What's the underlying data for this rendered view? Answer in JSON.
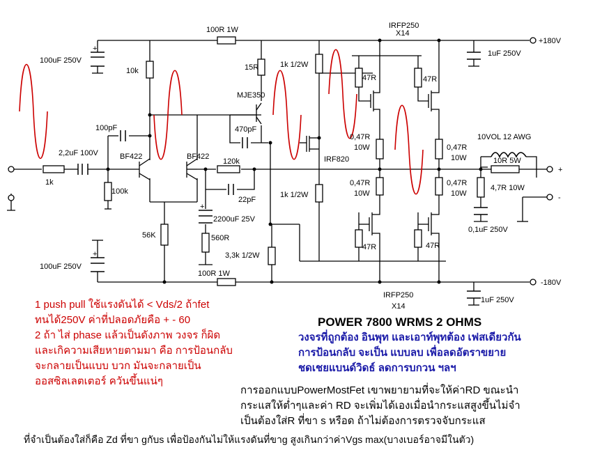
{
  "labels": {
    "r_top_feedback": "100R 1W",
    "r_bottom_feedback": "100R 1W",
    "c_top_supply": "100uF 250V",
    "c_bottom_supply": "100uF 250V",
    "r_10k": "10k",
    "r_15r": "15R",
    "r_1k_top": "1k 1/2W",
    "r_1k_bottom": "1k 1/2W",
    "mje350": "MJE350",
    "c_100pf": "100pF",
    "c_470pf": "470pF",
    "c_input": "2,2uF 100V",
    "r_input": "1k",
    "r_100k": "100k",
    "bf422_left": "BF422",
    "bf422_right": "BF422",
    "r_120k": "120k",
    "c_22pf": "22pF",
    "c_2200uf": "2200uF 25V",
    "r_560r": "560R",
    "r_56k": "56K",
    "r_3k3": "3,3k 1/2W",
    "irf820": "IRF820",
    "irfp_top": "IRFP250",
    "irfp_top_count": "X14",
    "irfp_bottom": "IRFP250",
    "irfp_bottom_count": "X14",
    "r_47_top_a": "47R",
    "r_47_top_b": "47R",
    "r_47_bot_a": "47R",
    "r_47_bot_b": "47R",
    "r_047_top_a": "0,47R",
    "r_047_top_a_w": "10W",
    "r_047_top_b": "0,47R",
    "r_047_top_b_w": "10W",
    "r_047_bot_a": "0,47R",
    "r_047_bot_a_w": "10W",
    "r_047_bot_b": "0,47R",
    "r_047_bot_b_w": "10W",
    "coil": "10VOL 12 AWG",
    "r_10r": "10R 5W",
    "r_47r_out": "4,7R 10W",
    "c_01uf": "0,1uF 250V",
    "c_1uf_top": "1uF 250V",
    "c_1uf_bottom": "1uF 250V",
    "v_pos": "+180V",
    "v_neg": "-180V",
    "out_plus": "+",
    "out_minus": "-"
  },
  "notes": {
    "red1": "1 push pull ใช้แรงดันได้  < Vds/2 ถ้าfet",
    "red2": "   ทนได้250V ค่าที่ปลอดภัยคือ + - 60",
    "red3": "2 ถ้า ไส่ phase แล้วเป็นดังภาพ วงจร ก็ผิด",
    "red4": "   และเกิความเสียหายตามมา คือ การป้อนกลับ",
    "red5": "   จะกลายเป็นแบบ บวก มันจะกลายเป็น",
    "red6": "    ออสซิลเลตเตอร์  ควันขึ้นแน่ๆ",
    "title": "POWER 7800 WRMS    2 OHMS",
    "blue1": "วงจรที่ถูกต้อง อินพุท และเอาท์พุทต้อง เฟสเดียวกัน",
    "blue2": "การป้อนกลับ จะเป็น แบบลบ เพื่อลดอัตราขยาย",
    "blue3": "ชดเชยแบนด์วิดธ์ ลดการบกวน ฯลฯ",
    "blk1": "การออกแบบPowerMostFet เขาพยายามที่จะให้ค่าRD ขณะนำ",
    "blk2": "กระแสให้ต่ำๆและค่า RD จะเพิ่มได้เองเมื่อนำกระแสสูงขึ้นไม่จำ",
    "blk3": "เป็นต้องใส่R ที่ขา s หรือด  ถ้าไม่ต้องการตรวจจับกระแส",
    "blk4": "ที่จำเป็นต้องใส่ก็คือ Zd ที่ขา gกับs เพื่อป้องกันไม่ให้แรงดันที่ขาg สูงเกินกว่าค่าVgs max(บางเบอร์อาจมีในตัว)"
  },
  "colors": {
    "wire": "#000000",
    "sine": "#cc0000",
    "red_text": "#cc0000",
    "blue_text": "#1a1aa8"
  }
}
